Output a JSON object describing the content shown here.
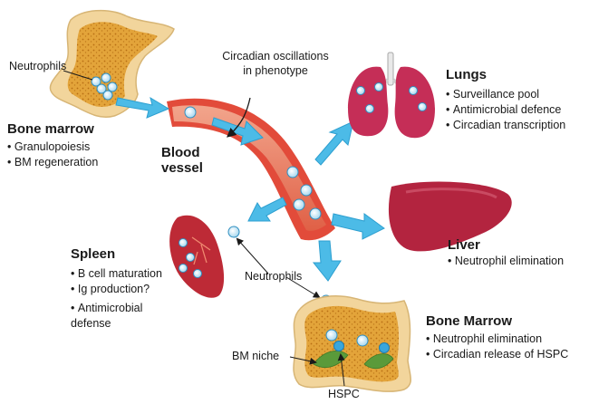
{
  "top_marrow": {
    "neutrophils_label": "Neutrophils",
    "title": "Bone marrow",
    "points": [
      "Granulopoiesis",
      "BM regeneration"
    ]
  },
  "circadian_label": "Circadian oscillations in phenotype",
  "blood_vessel_label": "Blood vessel",
  "lungs": {
    "title": "Lungs",
    "points": [
      "Surveillance pool",
      "Antimicrobial defence",
      "Circadian transcription"
    ]
  },
  "liver": {
    "title": "Liver",
    "points": [
      "Neutrophil elimination"
    ]
  },
  "spleen": {
    "title": "Spleen",
    "points": [
      "B cell maturation",
      "Ig production?",
      "Antimicrobial defense"
    ]
  },
  "neutrophils_label_lower": "Neutrophils",
  "bottom_marrow": {
    "title": "Bone Marrow",
    "points": [
      "Neutrophil elimination",
      "Circadian release of HSPC"
    ],
    "niche_label": "BM niche",
    "hspc_label": "HSPC"
  },
  "colors": {
    "bone_fill": "#f3d9a0",
    "marrow_fill": "#e0a030",
    "vessel_fill": "#e04a3a",
    "vessel_lumen": "#f6b8a8",
    "flow_arrow": "#4fbde8",
    "lung_fill": "#c9305a",
    "liver_fill": "#b0243f",
    "spleen_fill": "#b92a36",
    "hspc_fill": "#3aa6dc",
    "niche_fill": "#5a9a3a"
  }
}
